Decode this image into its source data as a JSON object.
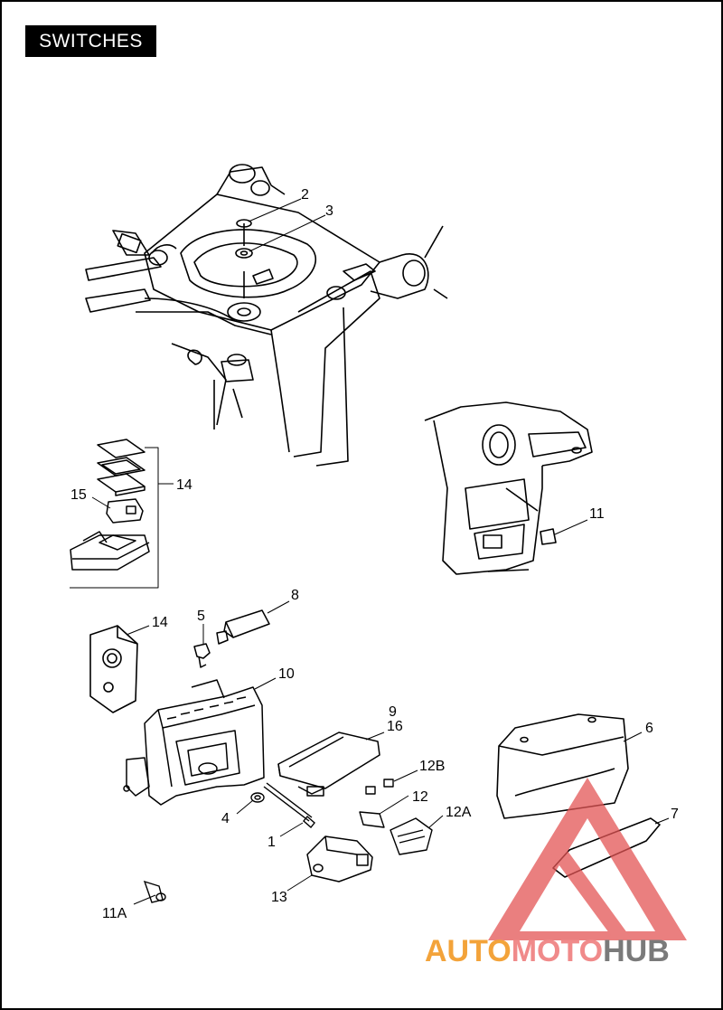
{
  "header": {
    "title": "SWITCHES"
  },
  "callouts": {
    "c1": "1",
    "c2": "2",
    "c3": "3",
    "c4": "4",
    "c5": "5",
    "c6": "6",
    "c7": "7",
    "c8": "8",
    "c9": "9",
    "c10": "10",
    "c11": "11",
    "c11A": "11A",
    "c12": "12",
    "c12A": "12A",
    "c12B": "12B",
    "c13": "13",
    "c14a": "14",
    "c14b": "14",
    "c15": "15",
    "c16": "16"
  },
  "watermark": {
    "part1": "AUTO",
    "part2": "MOTO",
    "part3": "HUB",
    "color_primary": "#f3a33a",
    "color_secondary": "#f08a8a",
    "color_tertiary": "#7a7a7a"
  },
  "colors": {
    "line": "#000000",
    "logo_red": "#e35555"
  }
}
